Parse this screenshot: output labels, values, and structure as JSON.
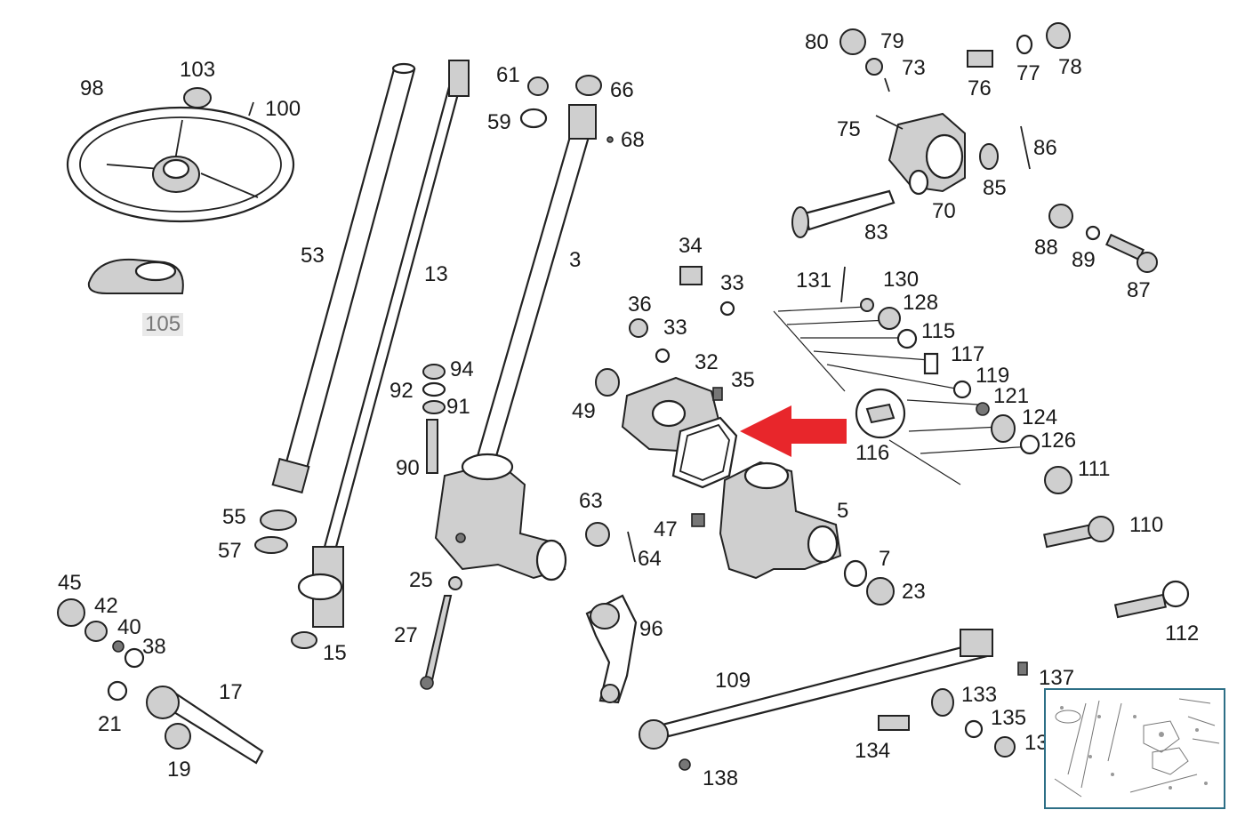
{
  "accent_color": "#e8262b",
  "thumbnail_border_color": "#2d6f86",
  "highlighted_callout": "105",
  "callouts": [
    {
      "id": "98",
      "text": "98"
    },
    {
      "id": "103",
      "text": "103"
    },
    {
      "id": "100",
      "text": "100"
    },
    {
      "id": "105",
      "text": "105"
    },
    {
      "id": "53",
      "text": "53"
    },
    {
      "id": "13",
      "text": "13"
    },
    {
      "id": "3",
      "text": "3"
    },
    {
      "id": "61",
      "text": "61"
    },
    {
      "id": "59",
      "text": "59"
    },
    {
      "id": "66",
      "text": "66"
    },
    {
      "id": "68",
      "text": "68"
    },
    {
      "id": "80",
      "text": "80"
    },
    {
      "id": "79",
      "text": "79"
    },
    {
      "id": "73",
      "text": "73"
    },
    {
      "id": "76",
      "text": "76"
    },
    {
      "id": "77",
      "text": "77"
    },
    {
      "id": "78",
      "text": "78"
    },
    {
      "id": "75",
      "text": "75"
    },
    {
      "id": "86",
      "text": "86"
    },
    {
      "id": "85",
      "text": "85"
    },
    {
      "id": "70",
      "text": "70"
    },
    {
      "id": "83",
      "text": "83"
    },
    {
      "id": "88",
      "text": "88"
    },
    {
      "id": "89",
      "text": "89"
    },
    {
      "id": "87",
      "text": "87"
    },
    {
      "id": "34",
      "text": "34"
    },
    {
      "id": "33a",
      "text": "33"
    },
    {
      "id": "36",
      "text": "36"
    },
    {
      "id": "33b",
      "text": "33"
    },
    {
      "id": "32",
      "text": "32"
    },
    {
      "id": "35",
      "text": "35"
    },
    {
      "id": "49",
      "text": "49"
    },
    {
      "id": "131",
      "text": "131"
    },
    {
      "id": "130",
      "text": "130"
    },
    {
      "id": "128",
      "text": "128"
    },
    {
      "id": "115",
      "text": "115"
    },
    {
      "id": "117",
      "text": "117"
    },
    {
      "id": "119",
      "text": "119"
    },
    {
      "id": "121",
      "text": "121"
    },
    {
      "id": "124",
      "text": "124"
    },
    {
      "id": "126",
      "text": "126"
    },
    {
      "id": "116",
      "text": "116"
    },
    {
      "id": "111",
      "text": "111"
    },
    {
      "id": "110",
      "text": "110"
    },
    {
      "id": "112",
      "text": "112"
    },
    {
      "id": "94",
      "text": "94"
    },
    {
      "id": "92",
      "text": "92"
    },
    {
      "id": "91",
      "text": "91"
    },
    {
      "id": "90",
      "text": "90"
    },
    {
      "id": "55",
      "text": "55"
    },
    {
      "id": "57",
      "text": "57"
    },
    {
      "id": "15",
      "text": "15"
    },
    {
      "id": "63",
      "text": "63"
    },
    {
      "id": "47",
      "text": "47"
    },
    {
      "id": "64",
      "text": "64"
    },
    {
      "id": "5",
      "text": "5"
    },
    {
      "id": "7",
      "text": "7"
    },
    {
      "id": "23",
      "text": "23"
    },
    {
      "id": "25",
      "text": "25"
    },
    {
      "id": "27",
      "text": "27"
    },
    {
      "id": "96",
      "text": "96"
    },
    {
      "id": "45",
      "text": "45"
    },
    {
      "id": "42",
      "text": "42"
    },
    {
      "id": "40",
      "text": "40"
    },
    {
      "id": "38",
      "text": "38"
    },
    {
      "id": "21",
      "text": "21"
    },
    {
      "id": "17",
      "text": "17"
    },
    {
      "id": "19",
      "text": "19"
    },
    {
      "id": "109",
      "text": "109"
    },
    {
      "id": "137",
      "text": "137"
    },
    {
      "id": "133",
      "text": "133"
    },
    {
      "id": "135",
      "text": "135"
    },
    {
      "id": "13x",
      "text": "13"
    },
    {
      "id": "134",
      "text": "134"
    },
    {
      "id": "138",
      "text": "138"
    }
  ]
}
